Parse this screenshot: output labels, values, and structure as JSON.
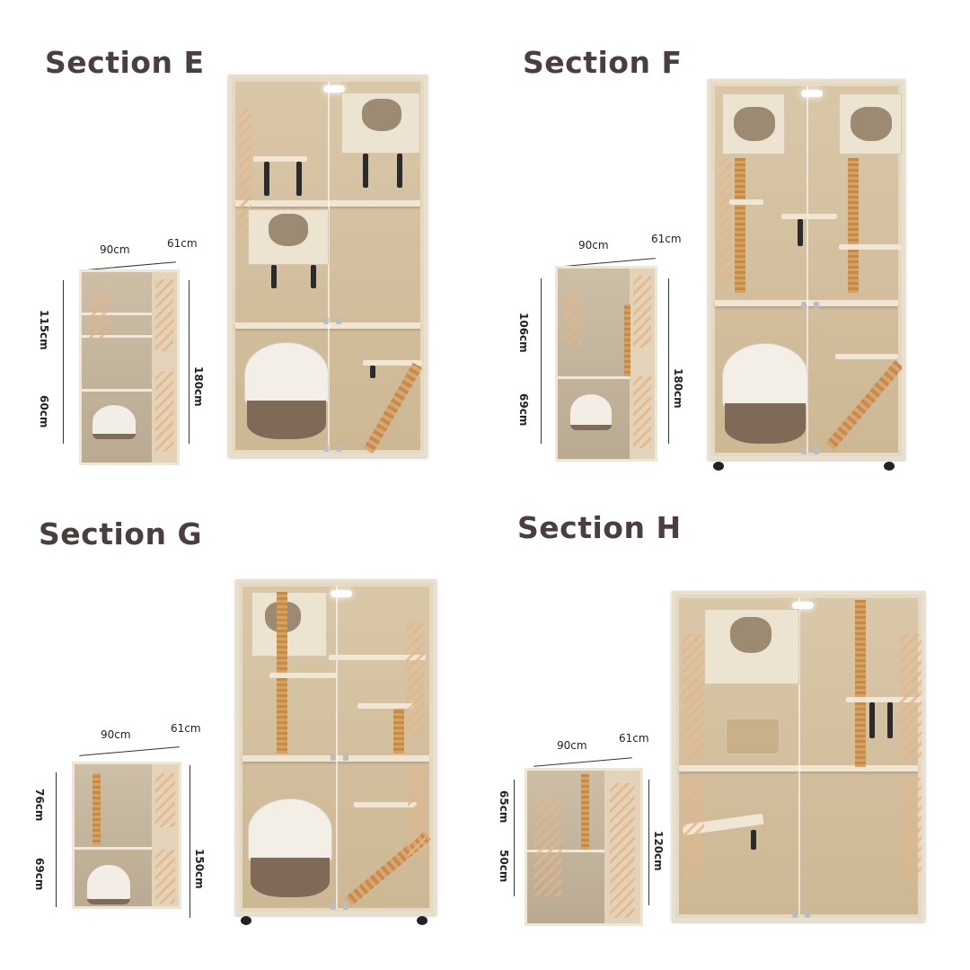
{
  "sections": [
    {
      "id": "E",
      "title": "Section E",
      "dimensions": {
        "width": "90cm",
        "depth": "61cm",
        "upper_height": "115cm",
        "lower_height": "60cm",
        "total_height": "180cm"
      }
    },
    {
      "id": "F",
      "title": "Section F",
      "dimensions": {
        "width": "90cm",
        "depth": "61cm",
        "upper_height": "106cm",
        "lower_height": "69cm",
        "total_height": "180cm"
      }
    },
    {
      "id": "G",
      "title": "Section G",
      "dimensions": {
        "width": "90cm",
        "depth": "61cm",
        "upper_height": "76cm",
        "lower_height": "69cm",
        "total_height": "150cm"
      }
    },
    {
      "id": "H",
      "title": "Section H",
      "dimensions": {
        "width": "90cm",
        "depth": "61cm",
        "upper_height": "65cm",
        "lower_height": "50cm",
        "total_height": "120cm"
      }
    }
  ],
  "colors": {
    "title_text": "#4a3f3f",
    "wood": "#d9c7a8",
    "frame": "#e9dfcd",
    "litter_base": "#7e6a56",
    "bracket": "#2b2b2b"
  }
}
